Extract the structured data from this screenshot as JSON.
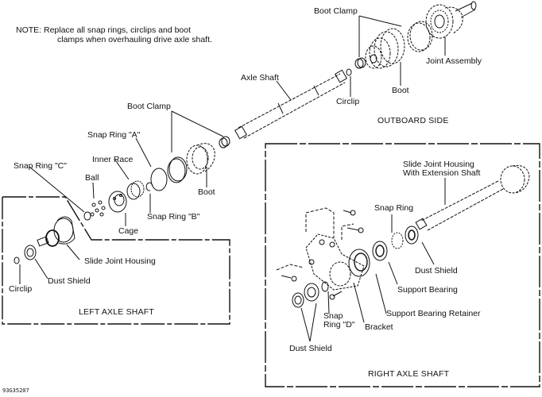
{
  "note": {
    "line1": "NOTE: Replace all snap rings, circlips and boot",
    "line2": "clamps when overhauling drive axle shaft."
  },
  "sections": {
    "outboard": "OUTBOARD SIDE",
    "left": "LEFT AXLE SHAFT",
    "right": "RIGHT AXLE SHAFT"
  },
  "labels": {
    "boot_clamp_top": "Boot Clamp",
    "joint_assembly": "Joint Assembly",
    "boot_outboard": "Boot",
    "circlip_outboard": "Circlip",
    "axle_shaft": "Axle Shaft",
    "boot_clamp_mid": "Boot Clamp",
    "snap_ring_a": "Snap Ring \"A\"",
    "inner_race": "Inner Race",
    "snap_ring_c": "Snap Ring \"C\"",
    "ball": "Ball",
    "boot_inboard": "Boot",
    "snap_ring_b": "Snap Ring \"B\"",
    "cage": "Cage",
    "slide_joint_housing": "Slide Joint Housing",
    "dust_shield_left": "Dust Shield",
    "circlip_left": "Circlip",
    "slide_joint_ext_1": "Slide Joint Housing",
    "slide_joint_ext_2": "With Extension Shaft",
    "snap_ring_right": "Snap Ring",
    "dust_shield_right": "Dust Shield",
    "support_bearing": "Support Bearing",
    "support_bearing_retainer": "Support Bearing Retainer",
    "snap_ring_d_1": "Snap",
    "snap_ring_d_2": "Ring \"D\"",
    "bracket": "Bracket",
    "dust_shield_bottom": "Dust Shield"
  },
  "figure_code": "93G35207",
  "line_color": "#111111"
}
